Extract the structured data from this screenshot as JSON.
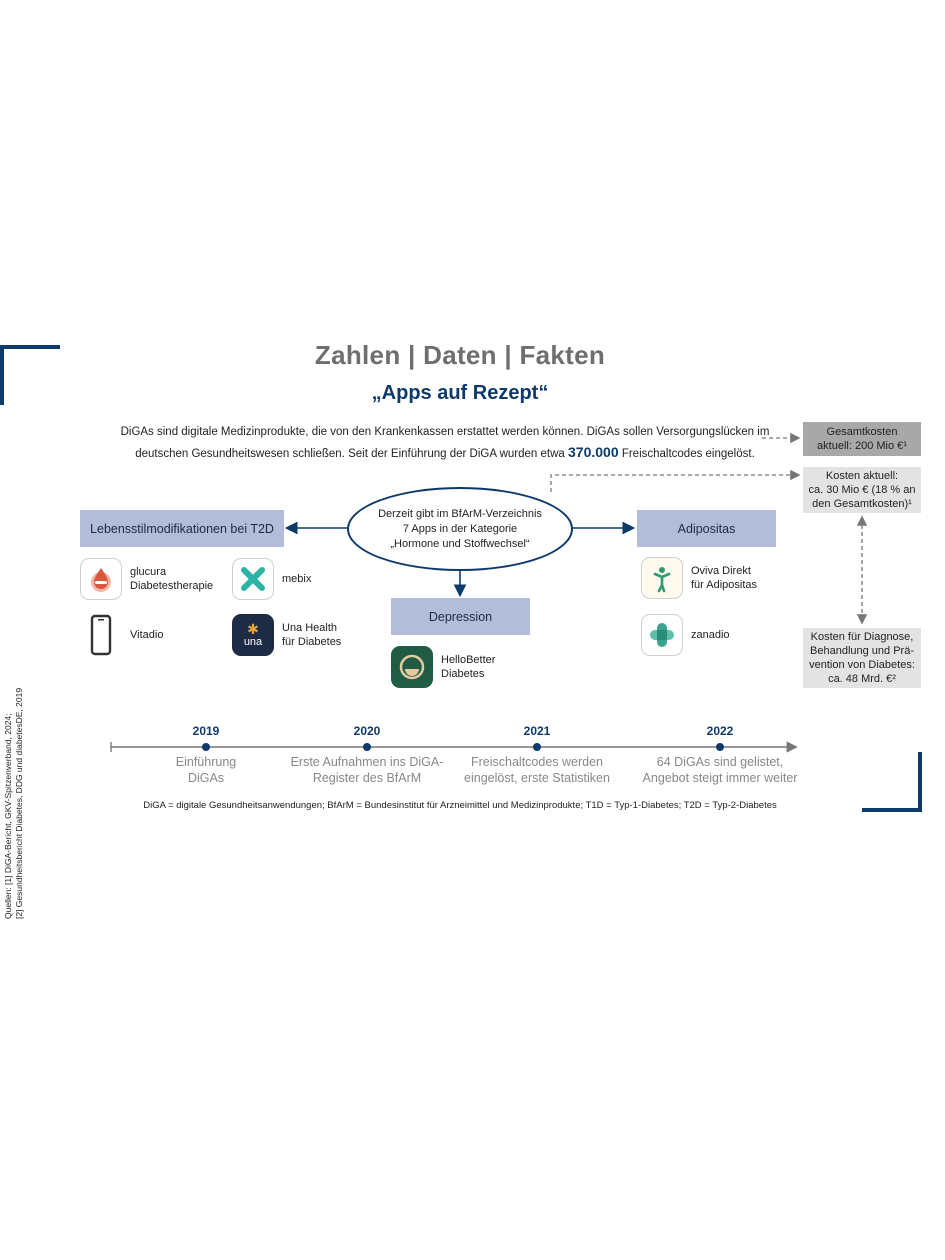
{
  "header": {
    "title": "Zahlen | Daten | Fakten",
    "subtitle": "„Apps auf Rezept“"
  },
  "intro": {
    "line1": "DiGAs sind digitale Medizinprodukte, die von den Krankenkassen erstattet werden können. DiGAs sollen Versorgungslücken im",
    "line2_pre": "deutschen Gesundheitswesen schließen. Seit der Einführung der DiGA wurden etwa",
    "highlight": "370.000",
    "line2_post": "Freischaltcodes eingelöst."
  },
  "center": {
    "line1": "Derzeit gibt im BfArM-Verzeichnis",
    "line2": "7 Apps in der Kategorie",
    "line3": "„Hormone und Stoffwechsel“"
  },
  "categories": {
    "left": "Lebensstilmodifikationen bei T2D",
    "right": "Adipositas",
    "bottom": "Depression"
  },
  "apps": {
    "glucura": {
      "line1": "glucura",
      "line2": "Diabetestherapie",
      "icon": "glucura-logo-icon",
      "color": "#d9573e"
    },
    "mebix": {
      "line1": "mebix",
      "icon": "mebix-logo-icon",
      "color": "#2bb3a5"
    },
    "vitadio": {
      "line1": "Vitadio",
      "icon": "phone-icon"
    },
    "una": {
      "line1": "Una Health",
      "line2": "für Diabetes",
      "icon_text": "una",
      "icon": "una-logo-icon",
      "color": "#1d2b45"
    },
    "hellobetter": {
      "line1": "HelloBetter",
      "line2": "Diabetes",
      "icon": "hellobetter-logo-icon",
      "color": "#1f5c43"
    },
    "oviva": {
      "line1": "Oviva Direkt",
      "line2": "für Adipositas",
      "icon": "oviva-logo-icon",
      "color": "#2d9b6a"
    },
    "zanadio": {
      "line1": "zanadio",
      "icon": "zanadio-logo-icon",
      "color": "#3aa58f"
    }
  },
  "costs": {
    "total": {
      "line1": "Gesamtkosten",
      "line2": "aktuell: 200 Mio €¹"
    },
    "current": {
      "line1": "Kosten aktuell:",
      "line2": "ca. 30 Mio € (18 % an",
      "line3": "den Gesamtkosten)¹"
    },
    "diabetes": {
      "line1": "Kosten für Diagnose,",
      "line2": "Behandlung und Prä-",
      "line3": "vention von Diabetes:",
      "line4": "ca. 48 Mrd. €²"
    }
  },
  "timeline": [
    {
      "year": "2019",
      "line1": "Einführung",
      "line2": "DiGAs"
    },
    {
      "year": "2020",
      "line1": "Erste Aufnahmen ins DiGA-",
      "line2": "Register des BfArM"
    },
    {
      "year": "2021",
      "line1": "Freischaltcodes werden",
      "line2": "eingelöst, erste Statistiken"
    },
    {
      "year": "2022",
      "line1": "64 DiGAs sind gelistet,",
      "line2": "Angebot steigt immer weiter"
    }
  ],
  "footnote": "DiGA = digitale Gesundheitsanwendungen; BfArM = Bundesinstitut für Arzneimittel und Medizinprodukte; T1D = Typ-1-Diabetes; T2D = Typ-2-Diabetes",
  "sources": {
    "line1": "Quellen: [1] DiGA-Bericht, GKV-Spitzenverband, 2024;",
    "line2": "[2] Gesundheitsbericht Diabetes, DDG und diabetesDE, 2019"
  },
  "colors": {
    "accent": "#0e3a6b",
    "category_bg": "#b3bcd8",
    "cost_bg": "#e3e3e3",
    "cost_dark_bg": "#a8a8a8"
  }
}
